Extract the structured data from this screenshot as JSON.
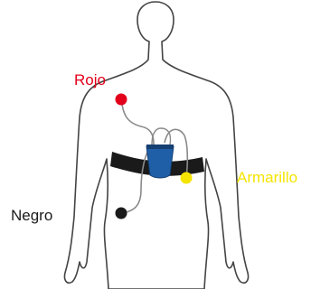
{
  "labels": {
    "red": "Rojo",
    "yellow": "Armarillo",
    "black": "Negro"
  },
  "colors": {
    "red": "#e3001b",
    "yellow": "#f5e400",
    "black": "#1a1a1a",
    "device": "#1f5fa8",
    "strap": "#1a1a1a",
    "outline": "#444444",
    "lead": "#8a8a8a"
  }
}
